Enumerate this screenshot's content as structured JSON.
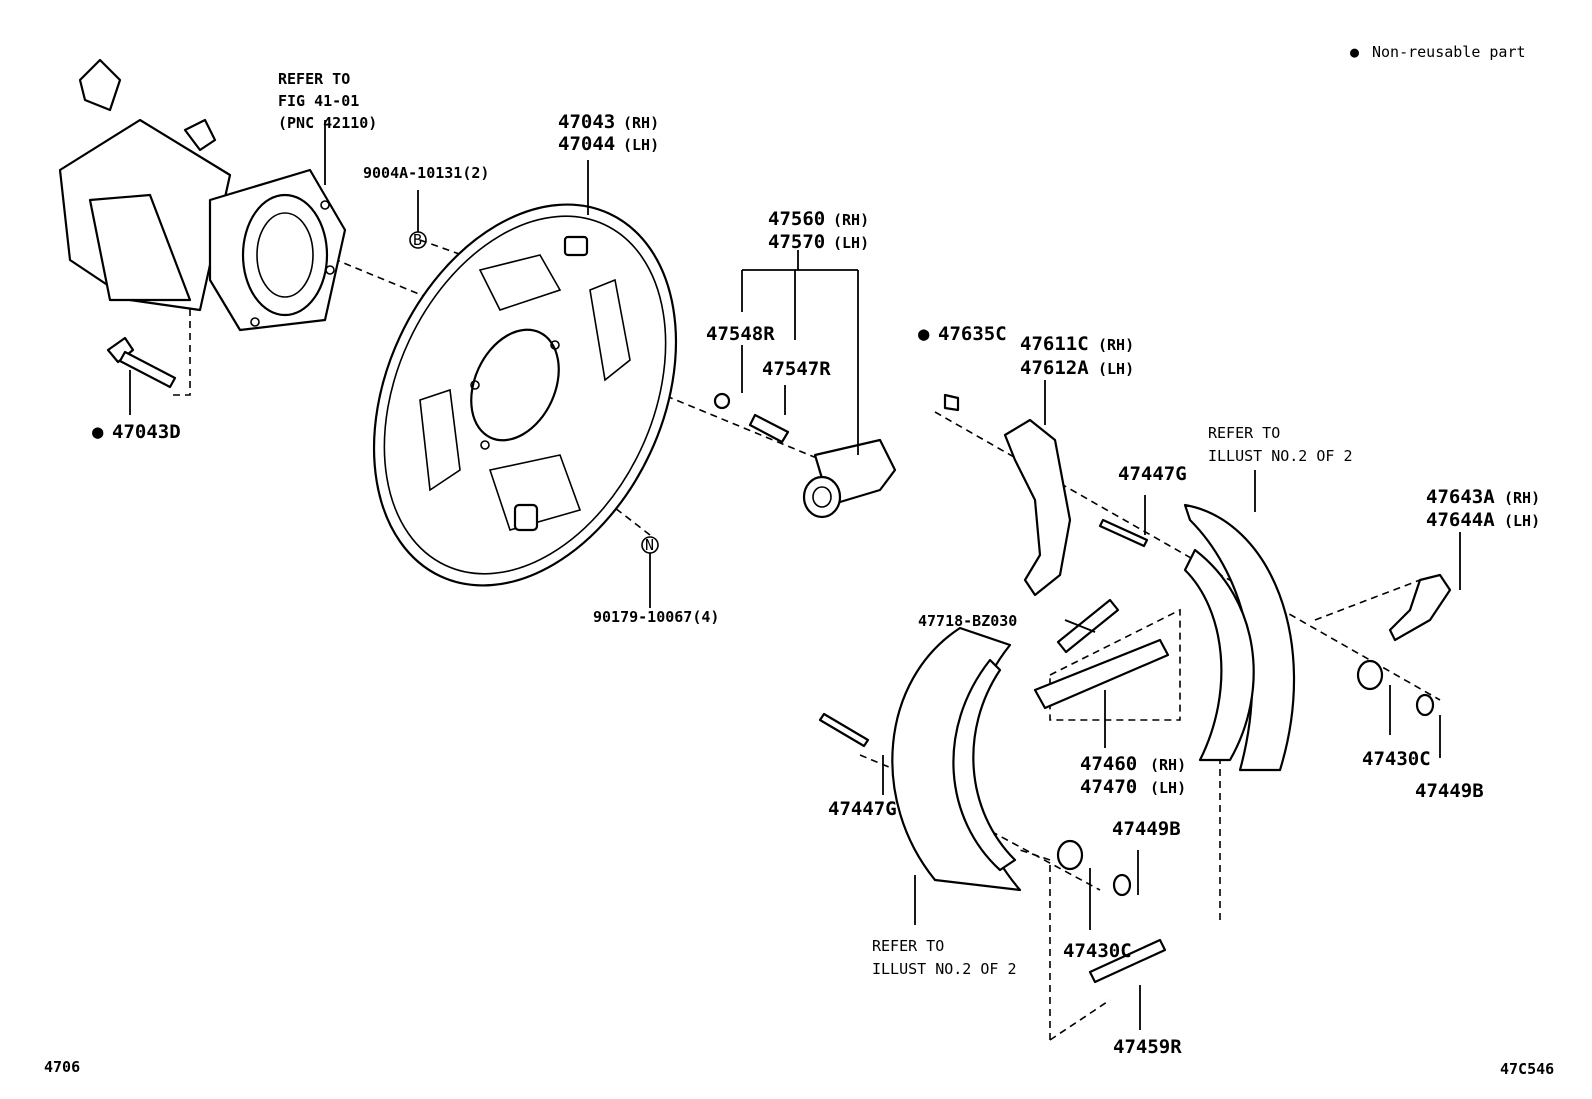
{
  "legend": {
    "bullet": "●",
    "text": "Non-reusable part"
  },
  "footer": {
    "left_code": "4706",
    "right_code": "47C546"
  },
  "parts": {
    "p47043D": "47043D",
    "ref_fig": {
      "line1": "REFER TO",
      "line2": "FIG 41-01",
      "line3": "(PNC 42110)"
    },
    "p9004A": "9004A-10131(2)",
    "p47043": {
      "num": "47043",
      "side": "(RH)"
    },
    "p47044": {
      "num": "47044",
      "side": "(LH)"
    },
    "p90179": "90179-10067(4)",
    "p47560": {
      "num": "47560",
      "side": "(RH)"
    },
    "p47570": {
      "num": "47570",
      "side": "(LH)"
    },
    "p47548R": "47548R",
    "p47547R": "47547R",
    "p47635C": "47635C",
    "p47611C": {
      "num": "47611C",
      "side": "(RH)"
    },
    "p47612A": {
      "num": "47612A",
      "side": "(LH)"
    },
    "p47447G_top": "47447G",
    "ref_illust_top": {
      "line1": "REFER TO",
      "line2": "ILLUST NO.2 OF 2"
    },
    "p47643A": {
      "num": "47643A",
      "side": "(RH)"
    },
    "p47644A": {
      "num": "47644A",
      "side": "(LH)"
    },
    "p47718": "47718-BZ030",
    "p47460": {
      "num": "47460",
      "side": "(RH)"
    },
    "p47470": {
      "num": "47470",
      "side": "(LH)"
    },
    "p47430C_right": "47430C",
    "p47449B_right": "47449B",
    "p47447G_left": "47447G",
    "p47449B_mid": "47449B",
    "p47430C_mid": "47430C",
    "ref_illust_bottom": {
      "line1": "REFER TO",
      "line2": "ILLUST NO.2 OF 2"
    },
    "p47459R": "47459R"
  },
  "markers": {
    "B": "B",
    "N": "N"
  }
}
